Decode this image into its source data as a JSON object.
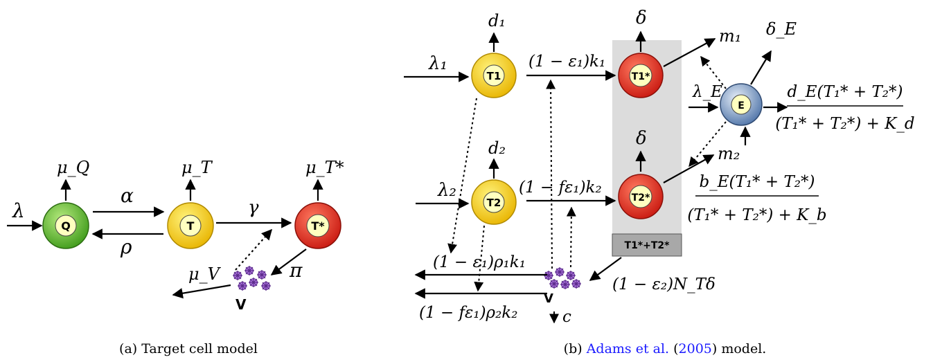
{
  "colors": {
    "quiescent": "#58b82c",
    "target": "#f2c200",
    "infected": "#e0281e",
    "effector": "#7d9cc4",
    "core": "#ffffc0",
    "gray_panel": "#dcdcdc",
    "citation": "#1a1aff"
  },
  "panel_a": {
    "nodes": {
      "q": "Q",
      "t": "T",
      "t_star": "T*",
      "v": "V"
    },
    "labels": {
      "lambda": "λ",
      "mu_q": "μ_Q",
      "mu_t": "μ_T",
      "mu_tstar": "μ_T*",
      "alpha": "α",
      "rho": "ρ",
      "gamma": "γ",
      "pi": "π",
      "mu_v": "μ_V"
    },
    "caption": "(a) Target cell model"
  },
  "panel_b": {
    "nodes": {
      "t1": "T1",
      "t2": "T2",
      "t1_star": "T1*",
      "t2_star": "T2*",
      "e": "E",
      "box": "T1*+T2*",
      "v": "V"
    },
    "labels": {
      "lambda1": "λ₁",
      "lambda2": "λ₂",
      "d1": "d₁",
      "d2": "d₂",
      "delta_top": "δ",
      "delta_mid": "δ",
      "m1": "m₁",
      "m2": "m₂",
      "delta_e": "δ_E",
      "lambda_e": "λ_E",
      "inf1": "(1 − ε₁)k₁",
      "inf2": "(1 − fε₁)k₂",
      "death_num": "d_E(T₁* + T₂*)",
      "death_den": "(T₁* + T₂*) + K_d",
      "birth_num": "b_E(T₁* + T₂*)",
      "birth_den": "(T₁* + T₂*) + K_b",
      "rho1": "(1 − ε₁)ρ₁k₁",
      "rho2": "(1 − fε₁)ρ₂k₂",
      "prod": "(1 − ε₂)N_Tδ",
      "c": "c"
    },
    "caption_prefix": "(b) ",
    "caption_cite": "Adams et al.",
    "caption_open": " (",
    "caption_year": "2005",
    "caption_close": ") model."
  }
}
